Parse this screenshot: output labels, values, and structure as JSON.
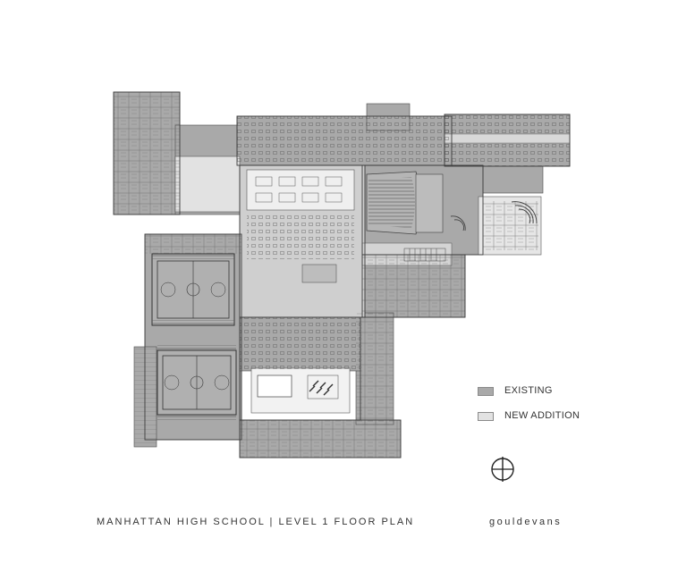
{
  "diagram": {
    "legend": [
      {
        "label": "EXISTING",
        "swatch_color": "#a9a9a9"
      },
      {
        "label": "NEW ADDITION",
        "swatch_color": "#e2e2e2"
      }
    ],
    "footer": {
      "title": "MANHATTAN HIGH SCHOOL | LEVEL 1 FLOOR PLAN",
      "brand": "gouldevans"
    },
    "colors": {
      "existing": "#a9a9a9",
      "new_addition": "#e2e2e2",
      "corridor": "#c6c6c6",
      "line": "#4a4a4a",
      "court": "#8c8c8c"
    },
    "icons": {
      "north_arrow": "north-arrow-icon"
    }
  }
}
